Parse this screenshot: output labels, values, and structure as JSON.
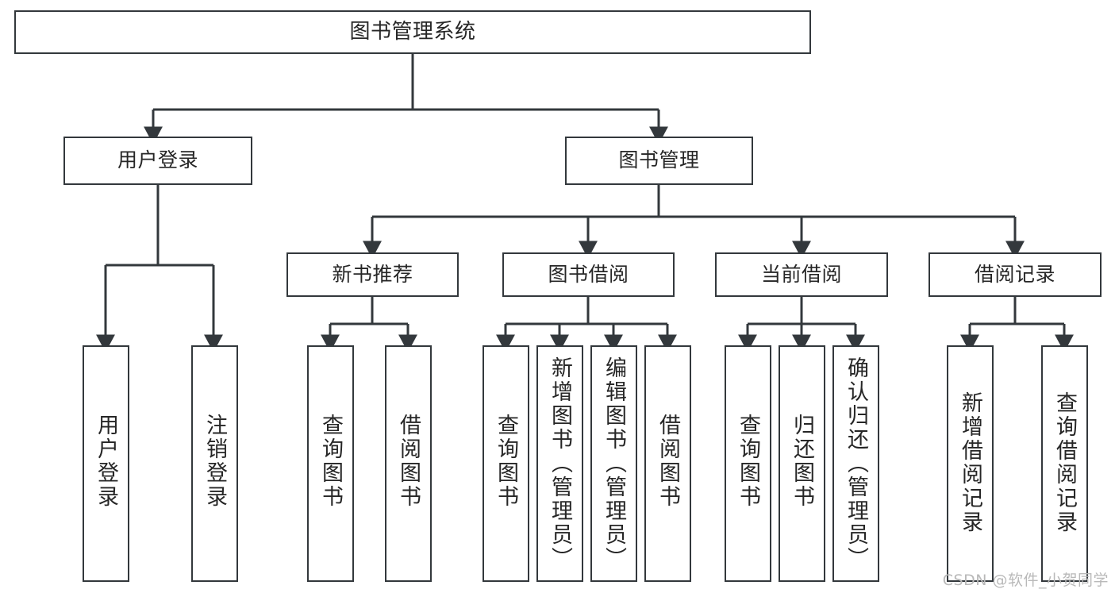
{
  "diagram": {
    "title": "图书管理系统",
    "type": "tree-hierarchy-chart",
    "watermark": "CSDN @软件_小贺同学",
    "colors": {
      "stroke": "#33383c",
      "fill": "#ffffff",
      "text": "#262626",
      "watermark": "#b9b9b9"
    },
    "nodes": {
      "root": {
        "label": "图书管理系统"
      },
      "level1": [
        {
          "label": "用户登录"
        },
        {
          "label": "图书管理"
        }
      ],
      "level2": [
        {
          "label": "新书推荐"
        },
        {
          "label": "图书借阅"
        },
        {
          "label": "当前借阅"
        },
        {
          "label": "借阅记录"
        }
      ],
      "leaves_user_login": [
        {
          "label": "用户登录"
        },
        {
          "label": "注销登录"
        }
      ],
      "leaves_new_book": [
        {
          "label": "查询图书"
        },
        {
          "label": "借阅图书"
        }
      ],
      "leaves_borrow": [
        {
          "label": "查询图书"
        },
        {
          "label": "新增图书（管理员）"
        },
        {
          "label": "编辑图书（管理员）"
        },
        {
          "label": "借阅图书"
        }
      ],
      "leaves_current": [
        {
          "label": "查询图书"
        },
        {
          "label": "归还图书"
        },
        {
          "label": "确认归还（管理员）"
        }
      ],
      "leaves_record": [
        {
          "label": "新增借阅记录"
        },
        {
          "label": "查询借阅记录"
        }
      ]
    }
  }
}
